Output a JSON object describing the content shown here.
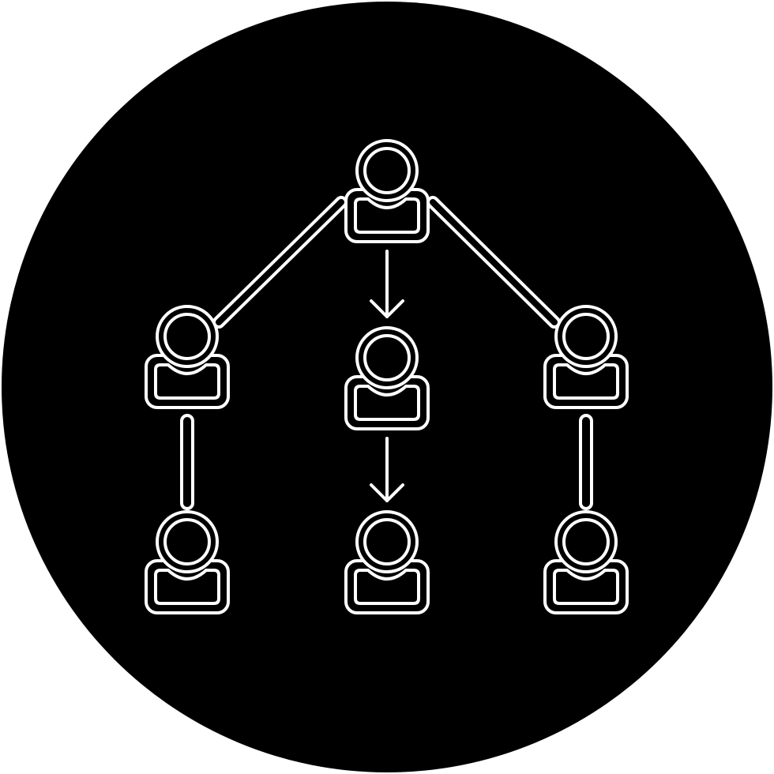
{
  "icon": {
    "name": "organization-hierarchy-icon",
    "background_color": "#ffffff",
    "disc_color": "#000000",
    "line_color": "#ffffff",
    "nodes": [
      {
        "id": "root",
        "role": "top"
      },
      {
        "id": "left",
        "role": "middle"
      },
      {
        "id": "center",
        "role": "middle"
      },
      {
        "id": "right",
        "role": "middle"
      },
      {
        "id": "left-child",
        "role": "bottom"
      },
      {
        "id": "center-child",
        "role": "bottom"
      },
      {
        "id": "right-child",
        "role": "bottom"
      }
    ],
    "connections": [
      {
        "from": "root",
        "to": "left",
        "style": "line"
      },
      {
        "from": "root",
        "to": "center",
        "style": "arrow"
      },
      {
        "from": "root",
        "to": "right",
        "style": "line"
      },
      {
        "from": "left",
        "to": "left-child",
        "style": "line"
      },
      {
        "from": "center",
        "to": "center-child",
        "style": "arrow"
      },
      {
        "from": "right",
        "to": "right-child",
        "style": "line"
      }
    ]
  }
}
